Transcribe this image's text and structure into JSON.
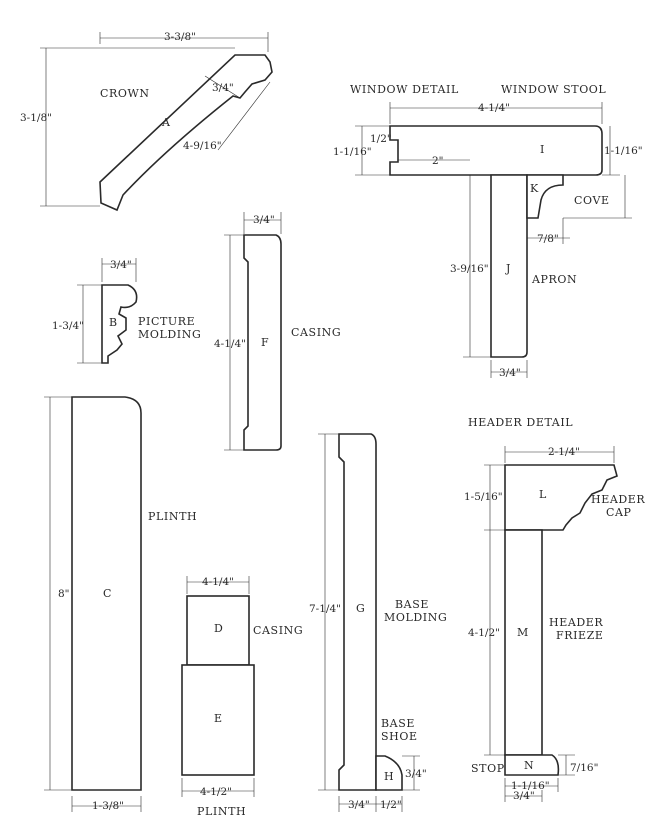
{
  "titles": {
    "crown": "CROWN",
    "window_detail": "WINDOW DETAIL",
    "window_stool": "WINDOW STOOL",
    "cove": "COVE",
    "apron": "APRON",
    "picture_molding_1": "PICTURE",
    "picture_molding_2": "MOLDING",
    "casing_upper": "CASING",
    "plinth_tall": "PLINTH",
    "casing_lower": "CASING",
    "plinth_lower": "PLINTH",
    "base_molding_1": "BASE",
    "base_molding_2": "MOLDING",
    "base_shoe_1": "BASE",
    "base_shoe_2": "SHOE",
    "header_detail": "HEADER DETAIL",
    "header_cap_1": "HEADER",
    "header_cap_2": "CAP",
    "header_frieze_1": "HEADER",
    "header_frieze_2": "FRIEZE",
    "stop": "STOP"
  },
  "pieces": {
    "A": "A",
    "B": "B",
    "C": "C",
    "D": "D",
    "E": "E",
    "F": "F",
    "G": "G",
    "H": "H",
    "I": "I",
    "J": "J",
    "K": "K",
    "L": "L",
    "M": "M",
    "N": "N"
  },
  "dims": {
    "crown_width": "3-3/8\"",
    "crown_height": "3-1/8\"",
    "crown_thickness": "3/4\"",
    "crown_face": "4-9/16\"",
    "stool_width": "4-1/4\"",
    "stool_half": "1/2\"",
    "stool_left": "1-1/16\"",
    "stool_notch": "2\"",
    "stool_right": "1-1/16\"",
    "cove_width": "7/8\"",
    "apron_height": "3-9/16\"",
    "apron_thickness": "3/4\"",
    "picture_width": "3/4\"",
    "picture_height": "1-3/4\"",
    "casing_thickness": "3/4\"",
    "casing_height": "4-1/4\"",
    "plinth_height": "8\"",
    "plinth_thickness": "1-3/8\"",
    "casing_d_width": "4-1/4\"",
    "plinth_e_width": "4-1/2\"",
    "base_height": "7-1/4\"",
    "base_thickness": "3/4\"",
    "shoe_width": "1/2\"",
    "shoe_height": "3/4\"",
    "header_cap_width": "2-1/4\"",
    "header_cap_height": "1-5/16\"",
    "frieze_height": "4-1/2\"",
    "stop_height": "7/16\"",
    "stop_width": "1-1/16\"",
    "frieze_thickness": "3/4\""
  },
  "colors": {
    "ink": "#2a2a2a",
    "paper": "#ffffff"
  }
}
